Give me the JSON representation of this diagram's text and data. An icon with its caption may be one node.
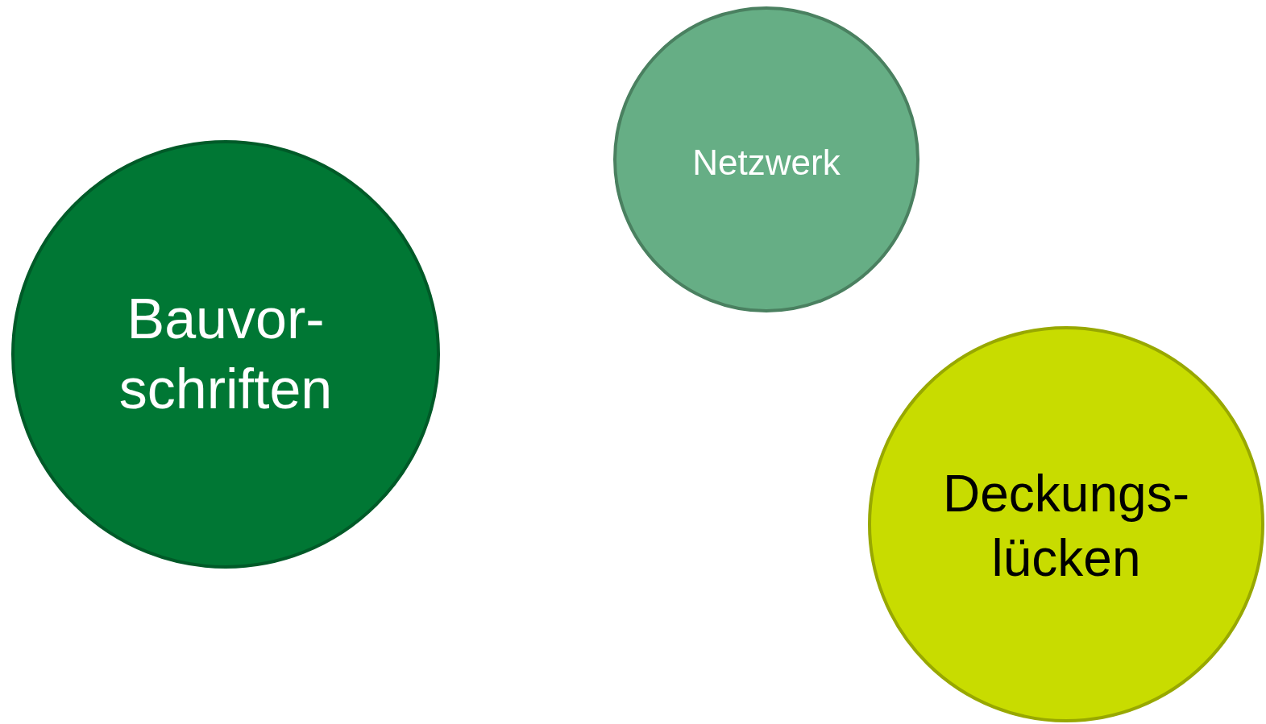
{
  "diagram": {
    "nodes": [
      {
        "text": [
          "Bauvor- schriften"
        ]
      },
      {
        "text": [
          "Netzwerk"
        ]
      },
      {
        "text": [
          "Deckungs- lücken"
        ]
      }
    ]
  }
}
